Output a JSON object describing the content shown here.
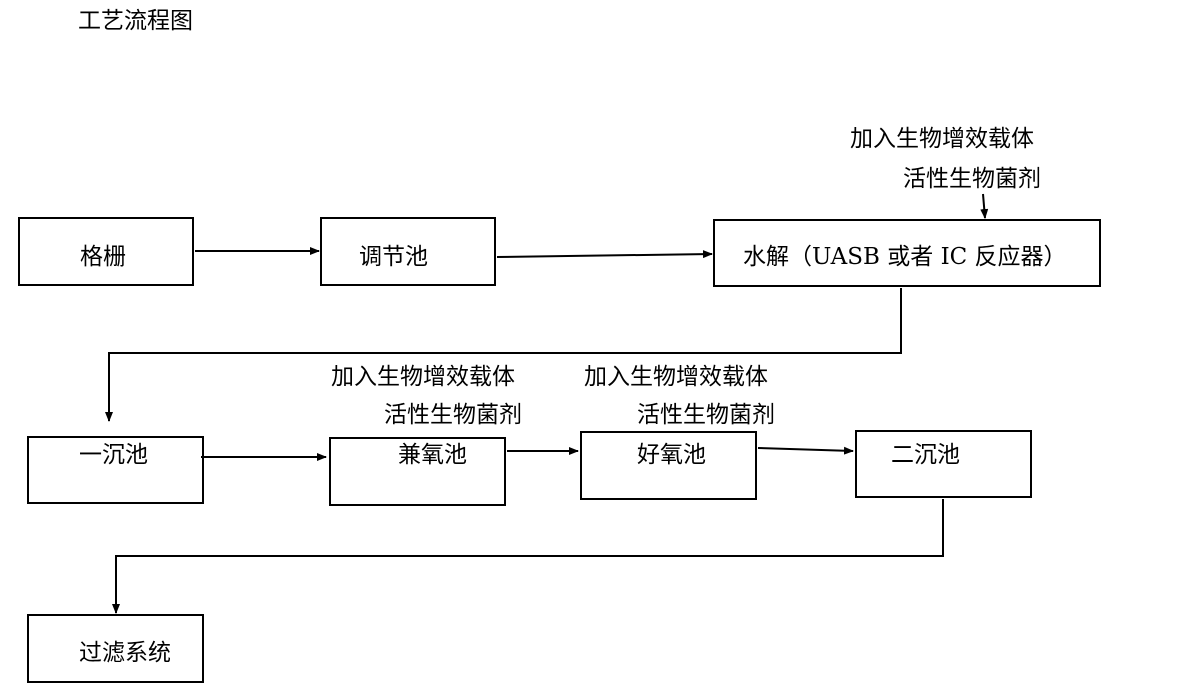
{
  "title": "工艺流程图",
  "nodes": {
    "grille": "格栅",
    "regulating_tank": "调节池",
    "hydrolysis": "水解（UASB 或者 IC 反应器）",
    "primary_settling": "一沉池",
    "anoxic_tank": "兼氧池",
    "aerobic_tank": "好氧池",
    "secondary_settling": "二沉池",
    "filtration": "过滤系统"
  },
  "annotations": {
    "hydrolysis_input": {
      "line1": "加入生物增效载体",
      "line2": "活性生物菌剂"
    },
    "anoxic_input": {
      "line1": "加入生物增效载体",
      "line2": "活性生物菌剂"
    },
    "aerobic_input": {
      "line1": "加入生物增效载体",
      "line2": "活性生物菌剂"
    }
  },
  "colors": {
    "stroke": "#000000",
    "background": "#ffffff"
  }
}
